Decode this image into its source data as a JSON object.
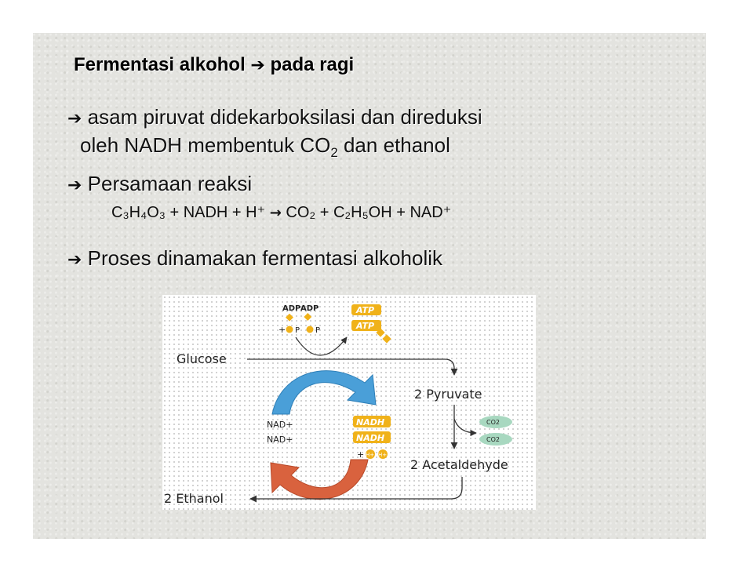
{
  "title": {
    "text": "Fermentasi alkohol",
    "arrow": "➔",
    "suffix": "pada ragi"
  },
  "bullets": {
    "b1_line1": "asam piruvat didekarboksilasi dan direduksi",
    "b1_line2": "oleh NADH membentuk CO",
    "b1_line2_sub": "2",
    "b1_line2_end": " dan ethanol",
    "b2": "Persamaan reaksi",
    "b3": "Proses dinamakan fermentasi alkoholik"
  },
  "equation": {
    "reactant": "C₃H₄O₃",
    "nadh": "NADH",
    "h_plus": "H⁺",
    "co2": "CO₂",
    "ethanol": "C₂H₅OH",
    "nad_plus": "NAD⁺"
  },
  "diagram": {
    "glucose": "Glucose",
    "pyruvate": "2 Pyruvate",
    "acetaldehyde": "2 Acetaldehyde",
    "ethanol": "2 Ethanol",
    "adp1": "ADP",
    "adp2": "ADP",
    "pi": "P",
    "pi_sub": "i",
    "plus": "+",
    "atp1": "ATP",
    "atp2": "ATP",
    "nad1": "NAD+",
    "nad2": "NAD+",
    "nadh1": "NADH",
    "nadh2": "NADH",
    "h": "H+",
    "co2_1": "CO2",
    "co2_2": "CO2",
    "colors": {
      "blue_arrow": "#4a9fd8",
      "red_arrow": "#d9623e",
      "gold": "#f0b21a",
      "co2_green": "#a8d8c0"
    }
  }
}
